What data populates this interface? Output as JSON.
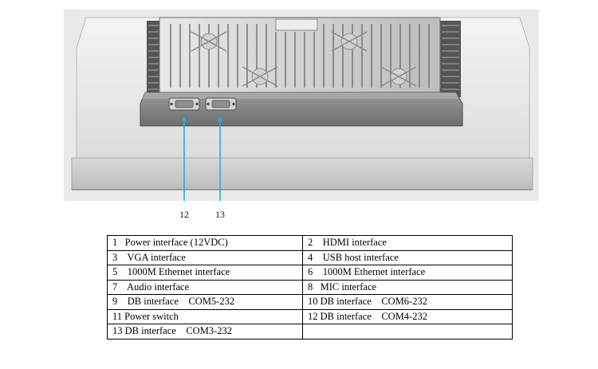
{
  "callouts": {
    "left": "12",
    "right": "13"
  },
  "table": {
    "rows": [
      [
        "1   Power interface (12VDC)",
        "2    HDMI interface"
      ],
      [
        "3    VGA interface",
        "4    USB host interface"
      ],
      [
        "5    1000M Ethernet interface",
        "6    1000M Ethernet interface"
      ],
      [
        "7    Audio interface",
        "8   MIC interface"
      ],
      [
        "9    DB interface    COM5-232",
        "10 DB interface    COM6-232"
      ],
      [
        "11 Power switch",
        "12 DB interface    COM4-232"
      ],
      [
        "13 DB interface    COM3-232",
        ""
      ]
    ]
  },
  "colors": {
    "callout_line": "#29a9df",
    "device_body": "#e6e6e6",
    "device_dark": "#3e3e3e"
  }
}
